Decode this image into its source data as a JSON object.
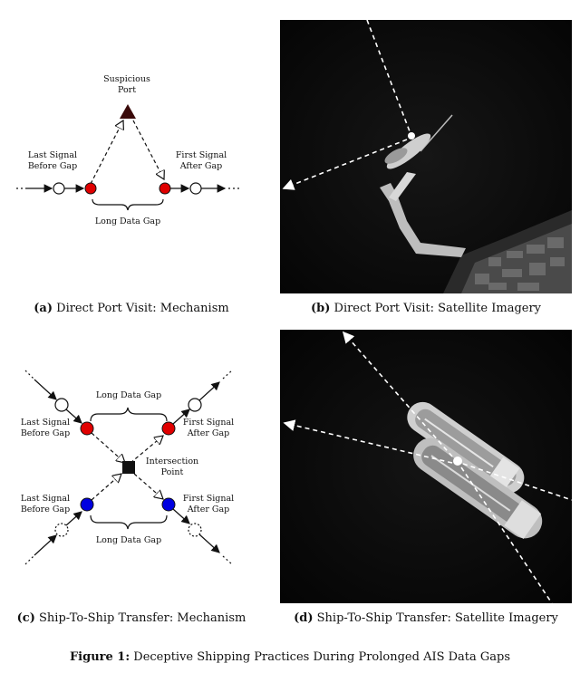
{
  "panel_a": {
    "label": "(a)",
    "caption": "Direct Port Visit: Mechanism",
    "suspicious_port": [
      "Suspicious",
      "Port"
    ],
    "last_signal": [
      "Last Signal",
      "Before Gap"
    ],
    "first_signal": [
      "First Signal",
      "After Gap"
    ],
    "gap_label": "Long Data Gap"
  },
  "panel_b": {
    "label": "(b)",
    "caption": "Direct Port Visit: Satellite Imagery"
  },
  "panel_c": {
    "label": "(c)",
    "caption": "Ship-To-Ship Transfer: Mechanism",
    "gap_top": "Long Data Gap",
    "gap_bottom": "Long Data Gap",
    "last_signal_top": [
      "Last Signal",
      "Before Gap"
    ],
    "first_signal_top": [
      "First Signal",
      "After Gap"
    ],
    "intersection": [
      "Intersection",
      "Point"
    ],
    "last_signal_bottom": [
      "Last Signal",
      "Before Gap"
    ],
    "first_signal_bottom": [
      "First Signal",
      "After Gap"
    ]
  },
  "panel_d": {
    "label": "(d)",
    "caption": "Ship-To-Ship Transfer: Satellite Imagery"
  },
  "figure": {
    "label": "Figure 1:",
    "caption": "Deceptive Shipping Practices During Prolonged AIS Data Gaps"
  },
  "colors": {
    "red_signal": "#e00000",
    "blue_signal": "#0000e0",
    "port_marker": "#3a0a0a",
    "satellite_bg": "#070707"
  }
}
